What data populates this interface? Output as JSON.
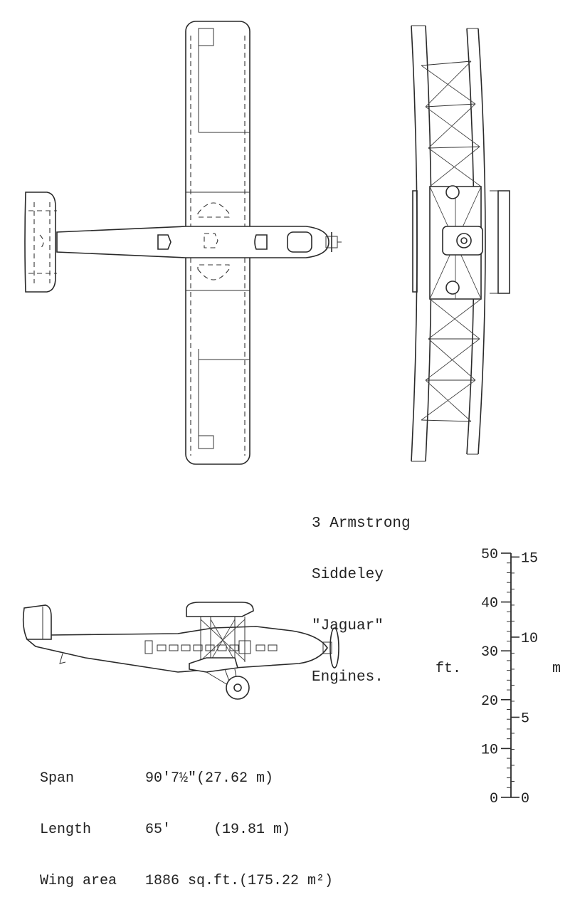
{
  "engine_note": [
    "3 Armstrong",
    "Siddeley",
    "\"Jaguar\"",
    "Engines."
  ],
  "specs": {
    "span": {
      "label": "Span",
      "value": "90'7½\"(27.62 m)"
    },
    "length": {
      "label": "Length",
      "value": "65'     (19.81 m)"
    },
    "wing_area": {
      "label": "Wing area",
      "value": "1886 sq.ft.(175.22 m²)"
    }
  },
  "scale": {
    "ft_label": "ft.",
    "m_label": "m",
    "ft_ticks": [
      "0",
      "10",
      "20",
      "30",
      "40",
      "50"
    ],
    "m_ticks": [
      "0",
      "5",
      "10",
      "15"
    ]
  }
}
